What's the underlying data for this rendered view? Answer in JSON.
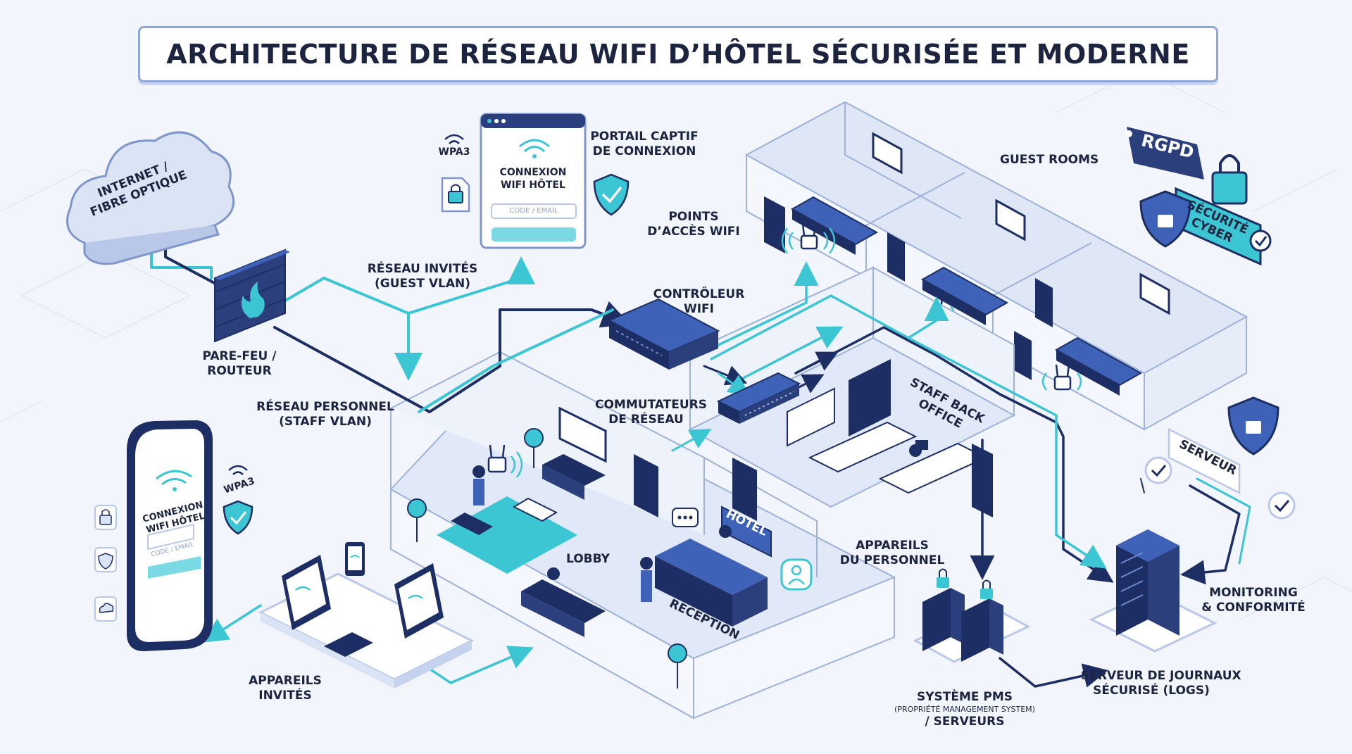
{
  "title": "ARCHITECTURE DE RÉSEAU WIFI D’HÔTEL SÉCURISÉE ET MODERNE",
  "colors": {
    "navy": "#1c2e63",
    "accent": "#3cc5d3",
    "light": "#dbe4f5",
    "wall": "#eef2fa",
    "background": "#f2f5fb"
  },
  "cloud": {
    "line1": "INTERNET /",
    "line2": "FIBRE OPTIQUE"
  },
  "firewall": {
    "line1": "PARE-FEU /",
    "line2": "ROUTEUR",
    "icon": "flame-icon"
  },
  "guest_vlan": {
    "line1": "RÉSEAU INVITÉS",
    "line2": "(GUEST VLAN)"
  },
  "staff_vlan": {
    "line1": "RÉSEAU PERSONNEL",
    "line2": "(STAFF VLAN)"
  },
  "captive_portal": {
    "label_line1": "PORTAIL CAPTIF",
    "label_line2": "DE CONNEXION",
    "screen_line1": "CONNEXION",
    "screen_line2": "WIFI HÔTEL",
    "input_placeholder": "CODE / EMAIL",
    "wpa": "WPA3"
  },
  "access_points": {
    "line1": "POINTS",
    "line2": "D’ACCÈS WIFI"
  },
  "controller": {
    "line1": "CONTRÔLEUR",
    "line2": "WIFI"
  },
  "switches": {
    "line1": "COMMUTATEURS",
    "line2": "DE RÉSEAU"
  },
  "rooms": {
    "label": "GUEST ROOMS"
  },
  "badges": {
    "gdpr": "RGPD",
    "cyber_line1": "SÉCURITÉ",
    "cyber_line2": "CYBER"
  },
  "phone": {
    "wpa": "WPA3",
    "screen_line1": "CONNEXION",
    "screen_line2": "WIFI HÔTEL",
    "input_placeholder": "CODE / EMAIL"
  },
  "lobby": {
    "label": "LOBBY"
  },
  "hotel_sign": "HOTEL",
  "reception": {
    "label": "RECEPTION"
  },
  "staff_office": {
    "line1": "STAFF BACK",
    "line2": "OFFICE"
  },
  "staff_devices": {
    "line1": "APPAREILS",
    "line2": "DU PERSONNEL"
  },
  "guest_devices": {
    "line1": "APPAREILS",
    "line2": "INVITÉS"
  },
  "pms": {
    "line1": "SYSTÈME PMS",
    "line2": "(PROPRIÉTÉ MANAGEMENT SYSTEM)",
    "line3": "/ SERVEURS"
  },
  "log_server": {
    "line1": "SERVEUR DE JOURNAUX",
    "line2": "SÉCURISÉ (LOGS)"
  },
  "monitoring": {
    "line1": "MONITORING",
    "line2": "& CONFORMITÉ"
  },
  "server_tag": "SERVEUR"
}
